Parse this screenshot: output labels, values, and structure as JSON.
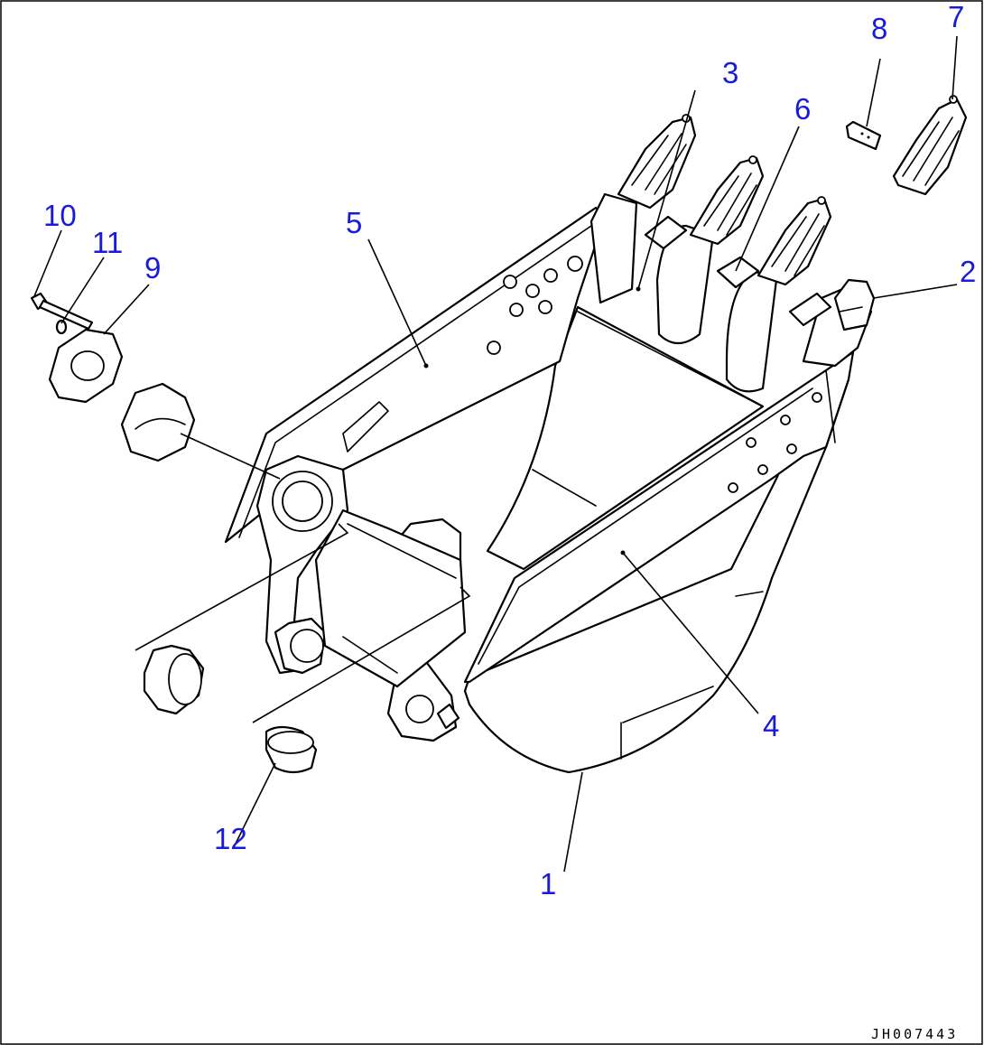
{
  "diagram": {
    "drawing_code": "JH007443",
    "callouts": [
      {
        "id": "c1",
        "label": "1"
      },
      {
        "id": "c2",
        "label": "2"
      },
      {
        "id": "c3",
        "label": "3"
      },
      {
        "id": "c4",
        "label": "4"
      },
      {
        "id": "c5",
        "label": "5"
      },
      {
        "id": "c6",
        "label": "6"
      },
      {
        "id": "c7",
        "label": "7"
      },
      {
        "id": "c8",
        "label": "8"
      },
      {
        "id": "c9",
        "label": "9"
      },
      {
        "id": "c10",
        "label": "10"
      },
      {
        "id": "c11",
        "label": "11"
      },
      {
        "id": "c12",
        "label": "12"
      }
    ],
    "colors": {
      "callout_text": "#1a1adb",
      "line": "#000000",
      "background": "#ffffff"
    }
  }
}
